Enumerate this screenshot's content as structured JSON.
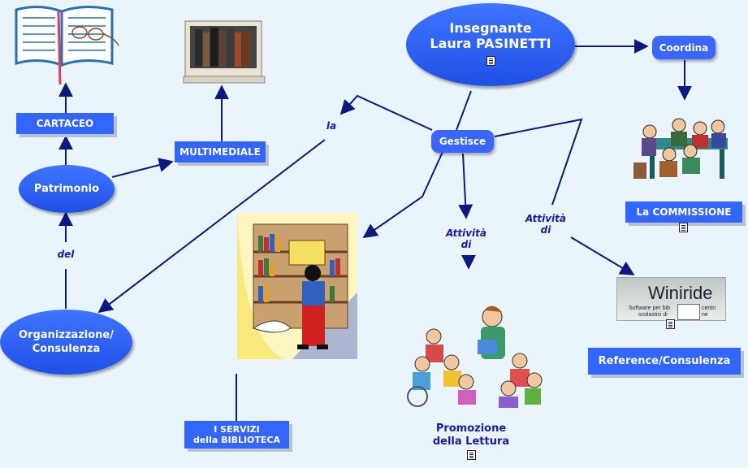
{
  "colors": {
    "node_fill": "#3366ff",
    "edge": "#0a1a80",
    "label": "#1a1ab0"
  },
  "nodes": {
    "insegnante_line1": "Insegnante",
    "insegnante_line2": "Laura PASINETTI",
    "coordina": "Coordina",
    "gestisce": "Gestisce",
    "cartaceo": "CARTACEO",
    "multimediale": "MULTIMEDIALE",
    "patrimonio": "Patrimonio",
    "organizzazione_line1": "Organizzazione/",
    "organizzazione_line2": "Consulenza",
    "commissione": "La COMMISSIONE",
    "servizi_line1": "I SERVIZI",
    "servizi_line2": "della BIBLIOTECA",
    "reference": "Reference/Consulenza",
    "promozione_line1": "Promozione",
    "promozione_line2": "della Lettura"
  },
  "labels": {
    "la": "la",
    "del": "del",
    "attivita1_line1": "Attività",
    "attivita1_line2": "di",
    "attivita2_line1": "Attività",
    "attivita2_line2": "di"
  },
  "logo": {
    "name": "Winiride",
    "tagline_line1": "Software per bib",
    "tagline_line2": "scolastici di",
    "tagline_line3": "centri",
    "tagline_line4": "ne"
  },
  "icons": {
    "book": "open-book-icon",
    "computer": "computer-books-icon",
    "meeting": "meeting-people-icon",
    "library": "library-shelf-icon",
    "reading": "reading-children-icon",
    "document": "document-icon"
  }
}
